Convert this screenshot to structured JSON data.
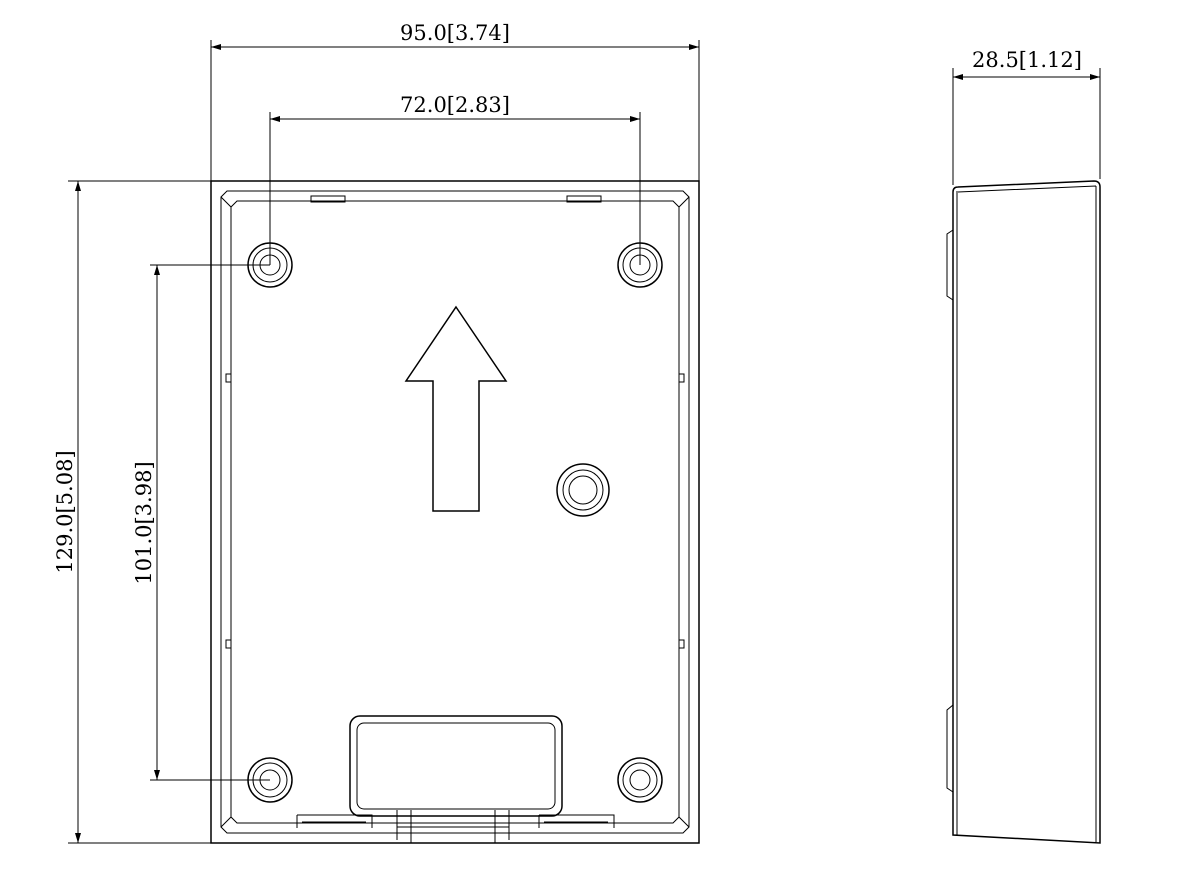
{
  "dimensions": {
    "overall_width": "95.0[3.74]",
    "hole_spacing_horizontal": "72.0[2.83]",
    "overall_height": "129.0[5.08]",
    "hole_spacing_vertical": "101.0[3.98]",
    "depth": "28.5[1.12]"
  },
  "colors": {
    "line": "#000000",
    "background": "#ffffff"
  }
}
